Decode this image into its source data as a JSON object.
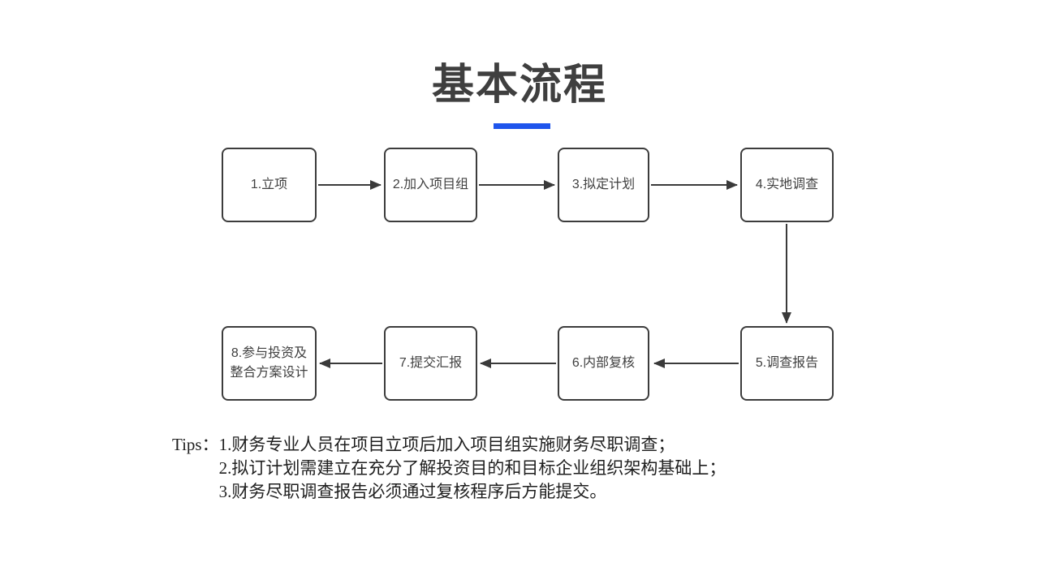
{
  "page": {
    "title": "基本流程",
    "accent_color": "#1e55ec",
    "background_color": "#ffffff",
    "title_color": "#3f3f3f"
  },
  "flow": {
    "box_border_color": "#3c3c3c",
    "arrow_color": "#3a3a3a",
    "steps": [
      {
        "id": 1,
        "label": "1.立项"
      },
      {
        "id": 2,
        "label": "2.加入项目组"
      },
      {
        "id": 3,
        "label": "3.拟定计划"
      },
      {
        "id": 4,
        "label": "4.实地调查"
      },
      {
        "id": 5,
        "label": "5.调查报告"
      },
      {
        "id": 6,
        "label": "6.内部复核"
      },
      {
        "id": 7,
        "label": "7.提交汇报"
      },
      {
        "id": 8,
        "label": "8.参与投资及\n整合方案设计"
      }
    ],
    "connections": [
      {
        "from": 1,
        "to": 2
      },
      {
        "from": 2,
        "to": 3
      },
      {
        "from": 3,
        "to": 4
      },
      {
        "from": 4,
        "to": 5
      },
      {
        "from": 5,
        "to": 6
      },
      {
        "from": 6,
        "to": 7
      },
      {
        "from": 7,
        "to": 8
      }
    ]
  },
  "tips": {
    "label": "Tips：",
    "items": [
      "1.财务专业人员在项目立项后加入项目组实施财务尽职调查；",
      "2.拟订计划需建立在充分了解投资目的和目标企业组织架构基础上；",
      "3.财务尽职调查报告必须通过复核程序后方能提交。"
    ]
  }
}
